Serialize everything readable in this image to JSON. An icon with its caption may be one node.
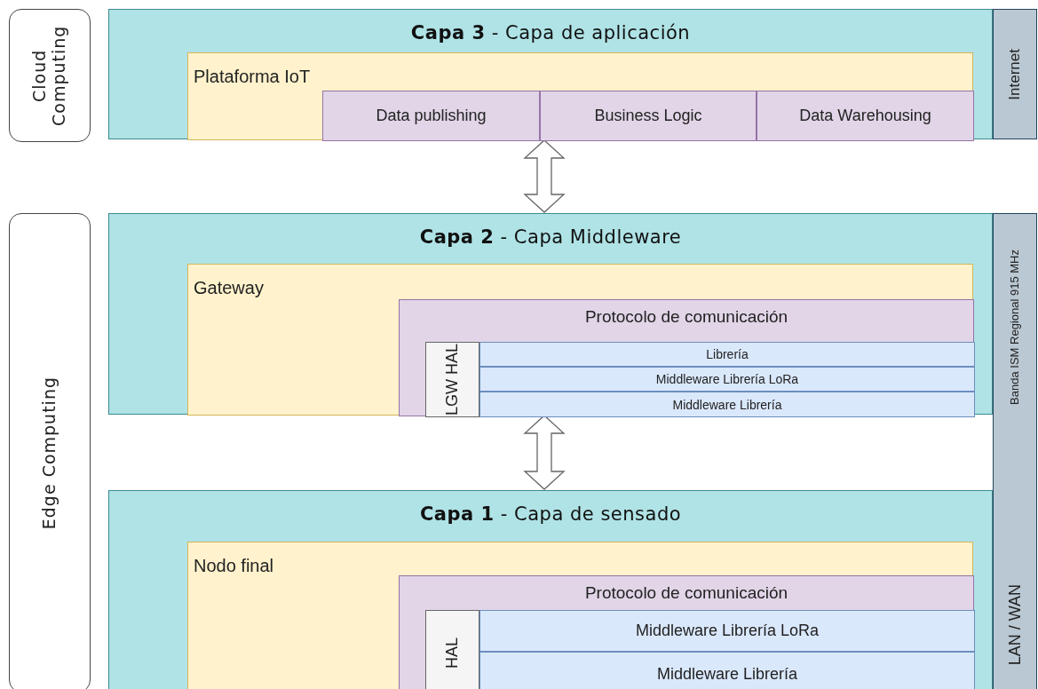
{
  "diagram": {
    "nodes": [
      {
        "text": [
          "Cloud Computing"
        ]
      },
      {
        "text": [
          "**Capa 3** - Capa de aplicación"
        ]
      },
      {
        "text": [
          "Plataforma IoT"
        ],
        "in": 1
      },
      {
        "text": [
          "Data publishing"
        ],
        "in": 2
      },
      {
        "text": [
          "Business Logic"
        ],
        "in": 2
      },
      {
        "text": [
          "Data Warehousing"
        ],
        "in": 2
      },
      {
        "text": [
          "Internet"
        ]
      },
      {
        "text": [
          "Edge Computing"
        ]
      },
      {
        "text": [
          "**Capa 2** - Capa Middleware"
        ]
      },
      {
        "text": [
          "Gateway"
        ],
        "in": 8
      },
      {
        "text": [
          "Protocolo de comunicación"
        ],
        "in": 9
      },
      {
        "text": [
          "LGW HAL"
        ],
        "in": 10
      },
      {
        "text": [
          "Librería"
        ],
        "in": 10
      },
      {
        "text": [
          "Middleware Librería LoRa"
        ],
        "in": 10
      },
      {
        "text": [
          "Middleware Librería"
        ],
        "in": 10
      },
      {
        "text": [
          "Banda ISM Regional 915 MHz",
          "LAN / WAN"
        ]
      },
      {
        "text": [
          "**Capa 1** - Capa de sensado"
        ]
      },
      {
        "text": [
          "Nodo final"
        ],
        "in": 16
      },
      {
        "text": [
          "Protocolo de comunicación"
        ],
        "in": 17
      },
      {
        "text": [
          "HAL"
        ],
        "in": 18
      },
      {
        "text": [
          "Middleware Librería LoRa"
        ],
        "in": 18
      },
      {
        "text": [
          "Middleware Librería"
        ],
        "in": 18
      }
    ],
    "edges": [
      {
        "from": 1,
        "to": 8,
        "arrow": "both"
      },
      {
        "from": 8,
        "to": 16,
        "arrow": "both"
      }
    ]
  }
}
